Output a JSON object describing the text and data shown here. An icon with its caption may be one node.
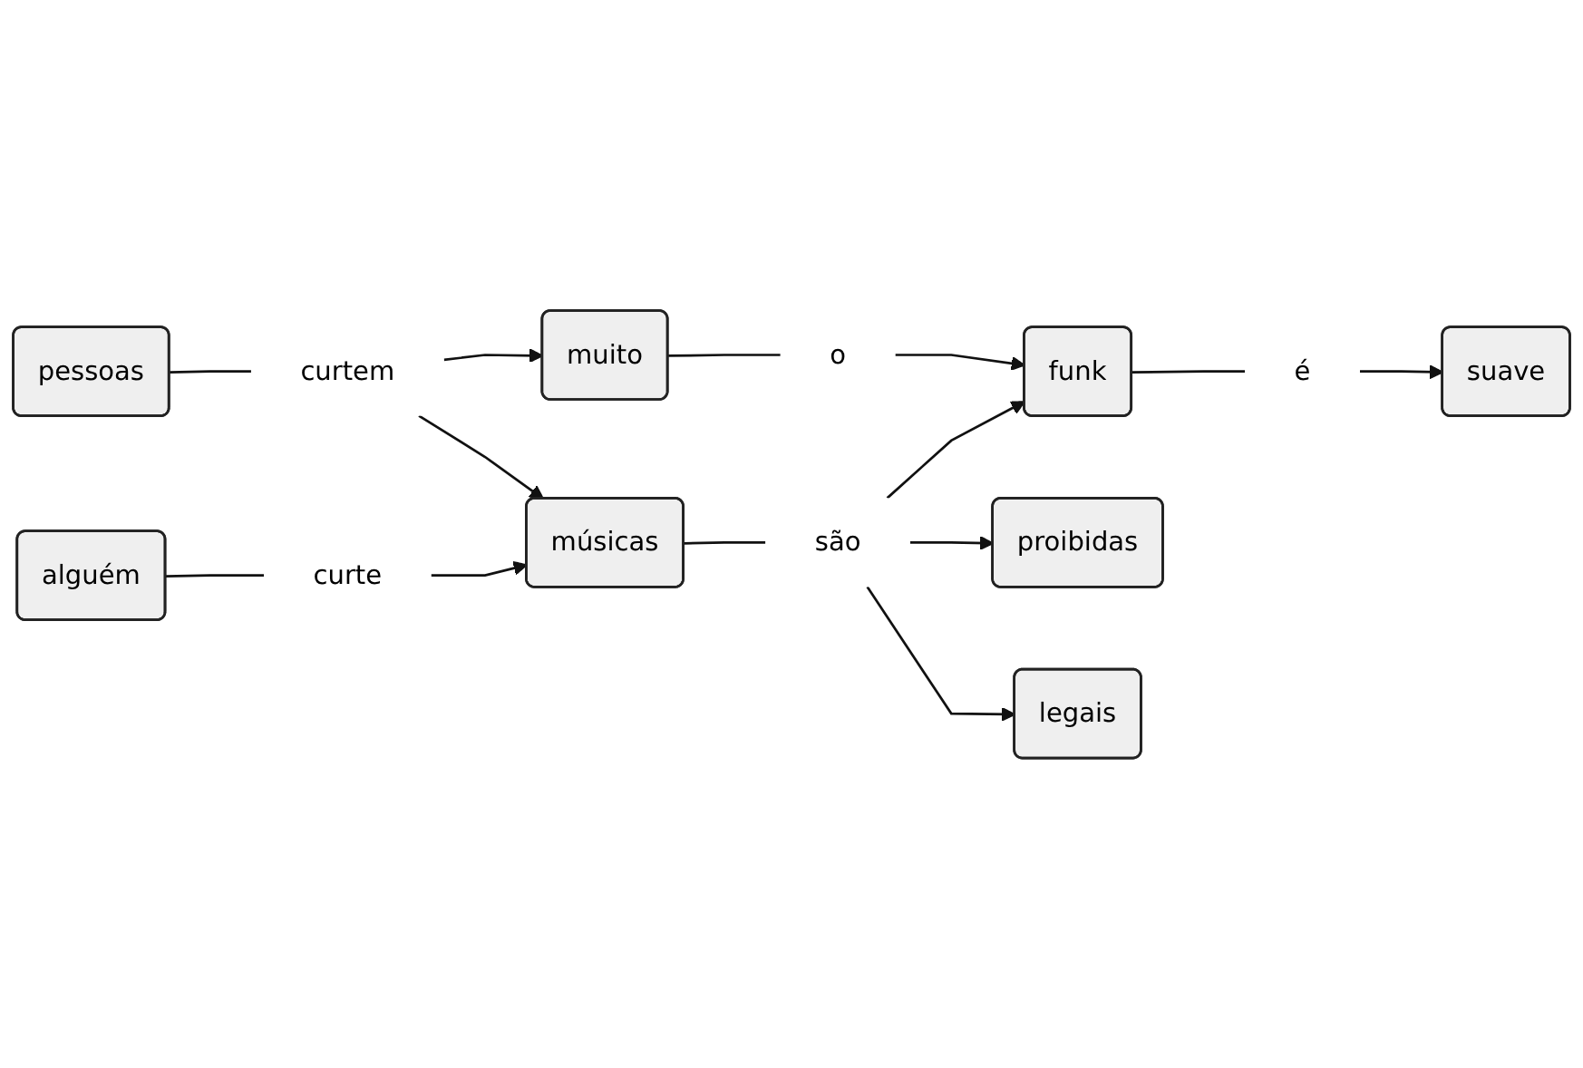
{
  "diagram": {
    "nodes": [
      {
        "text": [
          "muito"
        ]
      },
      {
        "text": [
          "o"
        ]
      },
      {
        "text": [
          "funk"
        ]
      },
      {
        "text": [
          "proibidas"
        ]
      },
      {
        "text": [
          "é"
        ]
      },
      {
        "text": [
          "suave"
        ]
      },
      {
        "text": [
          "curtem"
        ]
      },
      {
        "text": [
          "legais"
        ]
      },
      {
        "text": [
          "pessoas"
        ]
      },
      {
        "text": [
          "são"
        ]
      },
      {
        "text": [
          "alguém"
        ]
      },
      {
        "text": [
          "curte"
        ]
      },
      {
        "text": [
          "músicas"
        ]
      }
    ],
    "edges": [
      {
        "from": 8,
        "to": 6,
        "arrow": "none"
      },
      {
        "from": 6,
        "to": 0,
        "arrow": "to"
      },
      {
        "from": 6,
        "to": 12,
        "arrow": "to"
      },
      {
        "from": 0,
        "to": 1,
        "arrow": "none"
      },
      {
        "from": 1,
        "to": 2,
        "arrow": "to"
      },
      {
        "from": 2,
        "to": 4,
        "arrow": "none"
      },
      {
        "from": 4,
        "to": 5,
        "arrow": "to"
      },
      {
        "from": 12,
        "to": 9,
        "arrow": "none"
      },
      {
        "from": 9,
        "to": 3,
        "arrow": "to"
      },
      {
        "from": 9,
        "to": 2,
        "arrow": "to"
      },
      {
        "from": 9,
        "to": 7,
        "arrow": "to"
      },
      {
        "from": 10,
        "to": 11,
        "arrow": "none"
      },
      {
        "from": 11,
        "to": 12,
        "arrow": "to"
      }
    ]
  }
}
